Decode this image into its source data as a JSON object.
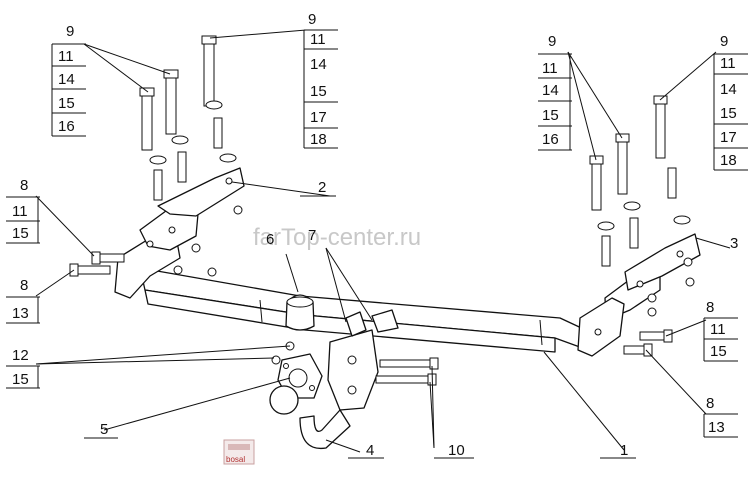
{
  "watermark": "farTop-center.ru",
  "callouts": {
    "c1": "1",
    "c2": "2",
    "c3": "3",
    "c4": "4",
    "c5": "5",
    "c6": "6",
    "c7": "7",
    "c10": "10"
  },
  "stacks": {
    "top_left": [
      "9",
      "11",
      "14",
      "15",
      "16"
    ],
    "top_mid": [
      "9",
      "11",
      "14",
      "15",
      "17",
      "18"
    ],
    "top_right1": [
      "9",
      "11",
      "14",
      "15",
      "16"
    ],
    "top_right2": [
      "9",
      "11",
      "14",
      "15",
      "17",
      "18"
    ],
    "left_a": [
      "8",
      "11",
      "15"
    ],
    "left_b": [
      "8",
      "13"
    ],
    "left_c": [
      "12",
      "15"
    ],
    "right_a": [
      "8",
      "11",
      "15"
    ],
    "right_b": [
      "8",
      "13"
    ]
  },
  "badge": "bosal"
}
